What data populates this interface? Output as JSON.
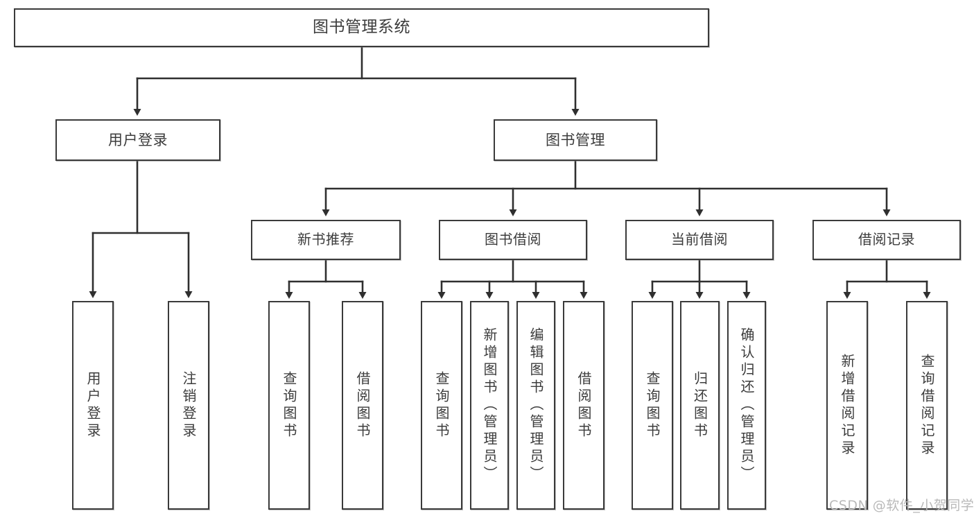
{
  "diagram": {
    "title": "图书管理系统",
    "type": "hierarchy-tree",
    "orientation": "top-down",
    "box_fill": "#ffffff",
    "box_stroke": "#3a3a3a",
    "text_color": "#3c3c3c",
    "connector_color": "#2f2f2f",
    "background": "#ffffff"
  },
  "nodes": {
    "root": {
      "label": "图书管理系统"
    },
    "level2": [
      {
        "id": "user-login",
        "label": "用户登录"
      },
      {
        "id": "book-management",
        "label": "图书管理"
      }
    ],
    "level3": [
      {
        "id": "new-book-recommend",
        "label": "新书推荐"
      },
      {
        "id": "book-borrow",
        "label": "图书借阅"
      },
      {
        "id": "current-borrow",
        "label": "当前借阅"
      },
      {
        "id": "borrow-record",
        "label": "借阅记录"
      }
    ],
    "leaves": {
      "user-login": [
        {
          "id": "leaf-user-login",
          "label": "用户登录"
        },
        {
          "id": "leaf-logout-login",
          "label": "注销登录"
        }
      ],
      "new-book-recommend": [
        {
          "id": "leaf-query-book-1",
          "label": "查询图书"
        },
        {
          "id": "leaf-borrow-book-1",
          "label": "借阅图书"
        }
      ],
      "book-borrow": [
        {
          "id": "leaf-query-book-2",
          "label": "查询图书"
        },
        {
          "id": "leaf-add-book",
          "label": "新增图书（管理员）"
        },
        {
          "id": "leaf-edit-book",
          "label": "编辑图书（管理员）"
        },
        {
          "id": "leaf-borrow-book-2",
          "label": "借阅图书"
        }
      ],
      "current-borrow": [
        {
          "id": "leaf-query-book-3",
          "label": "查询图书"
        },
        {
          "id": "leaf-return-book",
          "label": "归还图书"
        },
        {
          "id": "leaf-confirm-return",
          "label": "确认归还（管理员）"
        }
      ],
      "borrow-record": [
        {
          "id": "leaf-add-record",
          "label": "新增借阅记录"
        },
        {
          "id": "leaf-query-record",
          "label": "查询借阅记录"
        }
      ]
    }
  },
  "watermark": {
    "text": "CSDN @软件_小贺同学"
  }
}
